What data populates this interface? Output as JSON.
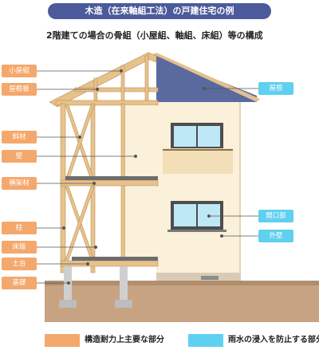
{
  "title": "木造（在来軸組工法）の戸建住宅の例",
  "subtitle": "2階建ての場合の骨組（小屋組、軸組、床組）等の構成",
  "left_labels": [
    "小屋組",
    "屋根板",
    "斜材",
    "壁",
    "横架材",
    "柱",
    "床版",
    "土台",
    "基礎"
  ],
  "right_labels": [
    "屋根",
    "開口部",
    "外壁"
  ],
  "legend": {
    "structural": "構造耐力上主要な部分",
    "rain": "雨水の浸入を防止する部分"
  },
  "colors": {
    "title_bg": "#4b5a9a",
    "structural": "#f4a86c",
    "rain": "#5fd0ef",
    "roof": "#5a6a9e",
    "wall": "#fbf0da",
    "ground": "#c7a382"
  }
}
